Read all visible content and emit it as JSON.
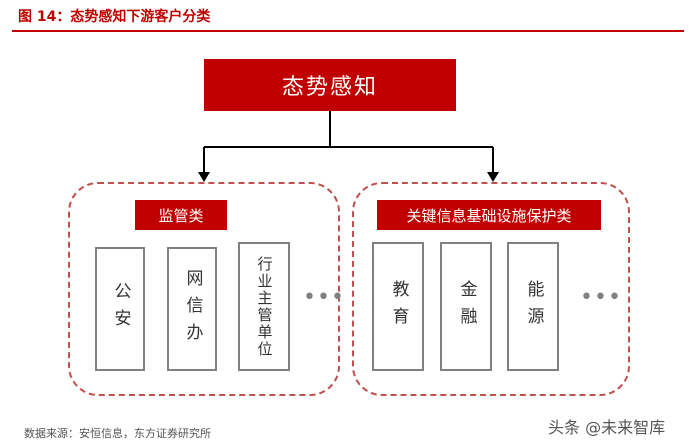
{
  "figure_title": "图 14：态势感知下游客户分类",
  "root": "态势感知",
  "groups": [
    {
      "label": "监管类",
      "items": [
        "公安",
        "网信办",
        "行业主管单位"
      ],
      "more": "•••"
    },
    {
      "label": "关键信息基础设施保护类",
      "items": [
        "教育",
        "金融",
        "能源"
      ],
      "more": "•••"
    }
  ],
  "source": "数据来源：安恒信息，东方证券研究所",
  "watermark": "头条 @未来智库",
  "colors": {
    "accent": "#c00000",
    "dashed_border": "#c0504d",
    "leaf_border": "#808080"
  }
}
